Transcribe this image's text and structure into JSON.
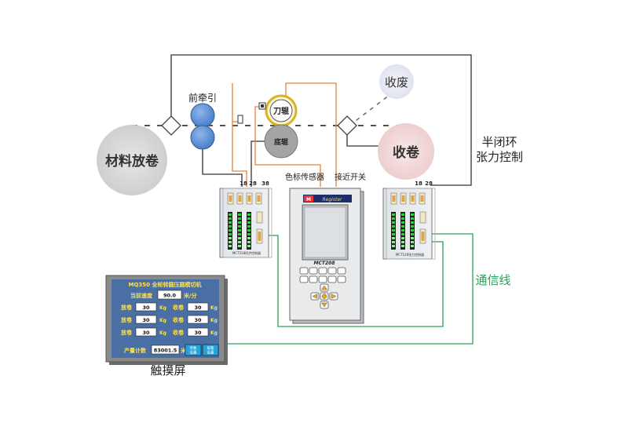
{
  "labels": {
    "unwind": "材料放卷",
    "front_traction": "前牵引",
    "waste": "收废",
    "rewind": "收卷",
    "knife": "刀辊",
    "anvil": "底辊",
    "color_sensor": "色标传感器",
    "proximity_switch": "接近开关",
    "semi_closed_loop_line1": "半闭环",
    "semi_closed_loop_line2": "张力控制",
    "comm_line": "通信线",
    "touch_screen": "触摸屏"
  },
  "left_controller": {
    "terminals": [
      "18",
      "28",
      "38"
    ],
    "caption": "MCT318同步控制器"
  },
  "right_controller": {
    "terminals": [
      "18",
      "28"
    ],
    "caption": "MCT128张力控制器"
  },
  "main_controller": {
    "logo_brand": "M",
    "logo_text": "Register",
    "model": "MCT208"
  },
  "hmi": {
    "title": "MQ350 全轮转圆压圆模切机",
    "speed_label": "当前速度",
    "speed_value": "90.0",
    "speed_unit": "米/分",
    "rows": [
      {
        "left_label": "放卷",
        "left_value": "30",
        "left_unit": "Kg",
        "right_label": "收卷",
        "right_value": "30",
        "right_unit": "Kg"
      },
      {
        "left_label": "放卷",
        "left_value": "30",
        "left_unit": "Kg",
        "right_label": "收卷",
        "right_value": "30",
        "right_unit": "Kg"
      },
      {
        "left_label": "放卷",
        "left_value": "30",
        "left_unit": "Kg",
        "right_label": "收卷",
        "right_value": "30",
        "right_unit": "Kg"
      }
    ],
    "count_label": "产量计数",
    "count_value": "83001.5",
    "count_unit": "米",
    "btn1_line1": "参数",
    "btn1_line2": "设置",
    "btn2_line1": "报警",
    "btn2_line2": "设置"
  },
  "colors": {
    "orange_wire": "#e8833a",
    "green_wire": "#2aa15a",
    "roller_blue": "#5a8fd6",
    "hmi_bg": "#4a6fa5",
    "hmi_yellow": "#ffe14d",
    "rewind_pink": "#f2d6d6",
    "waste_lilac": "#e6e8f2",
    "unwind_gray": "#d4d4d4"
  }
}
